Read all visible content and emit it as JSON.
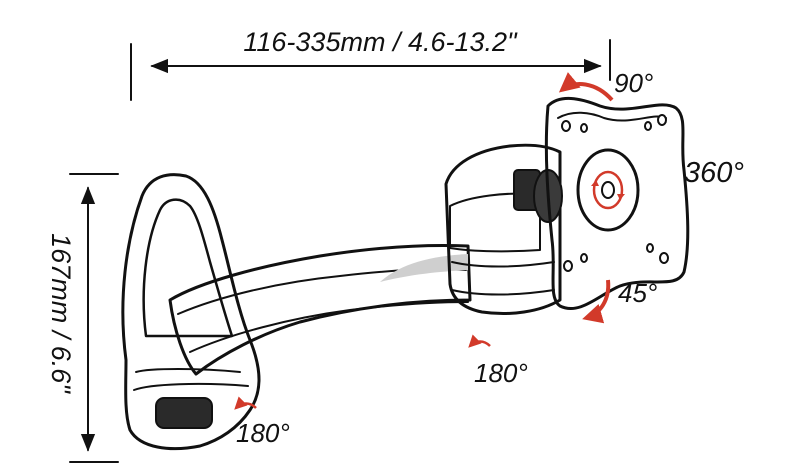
{
  "dimensions": {
    "width_label": "116-335mm / 4.6-13.2\"",
    "height_label": "167mm / 6.6\""
  },
  "angles": {
    "tilt_up": "90°",
    "rotation": "360°",
    "tilt_down": "45°",
    "swivel_middle": "180°",
    "swivel_wall": "180°"
  },
  "colors": {
    "accent_arrow": "#d23a2a",
    "line": "#111111",
    "shade": "#cfcfcf",
    "dark": "#2a2a2a"
  }
}
